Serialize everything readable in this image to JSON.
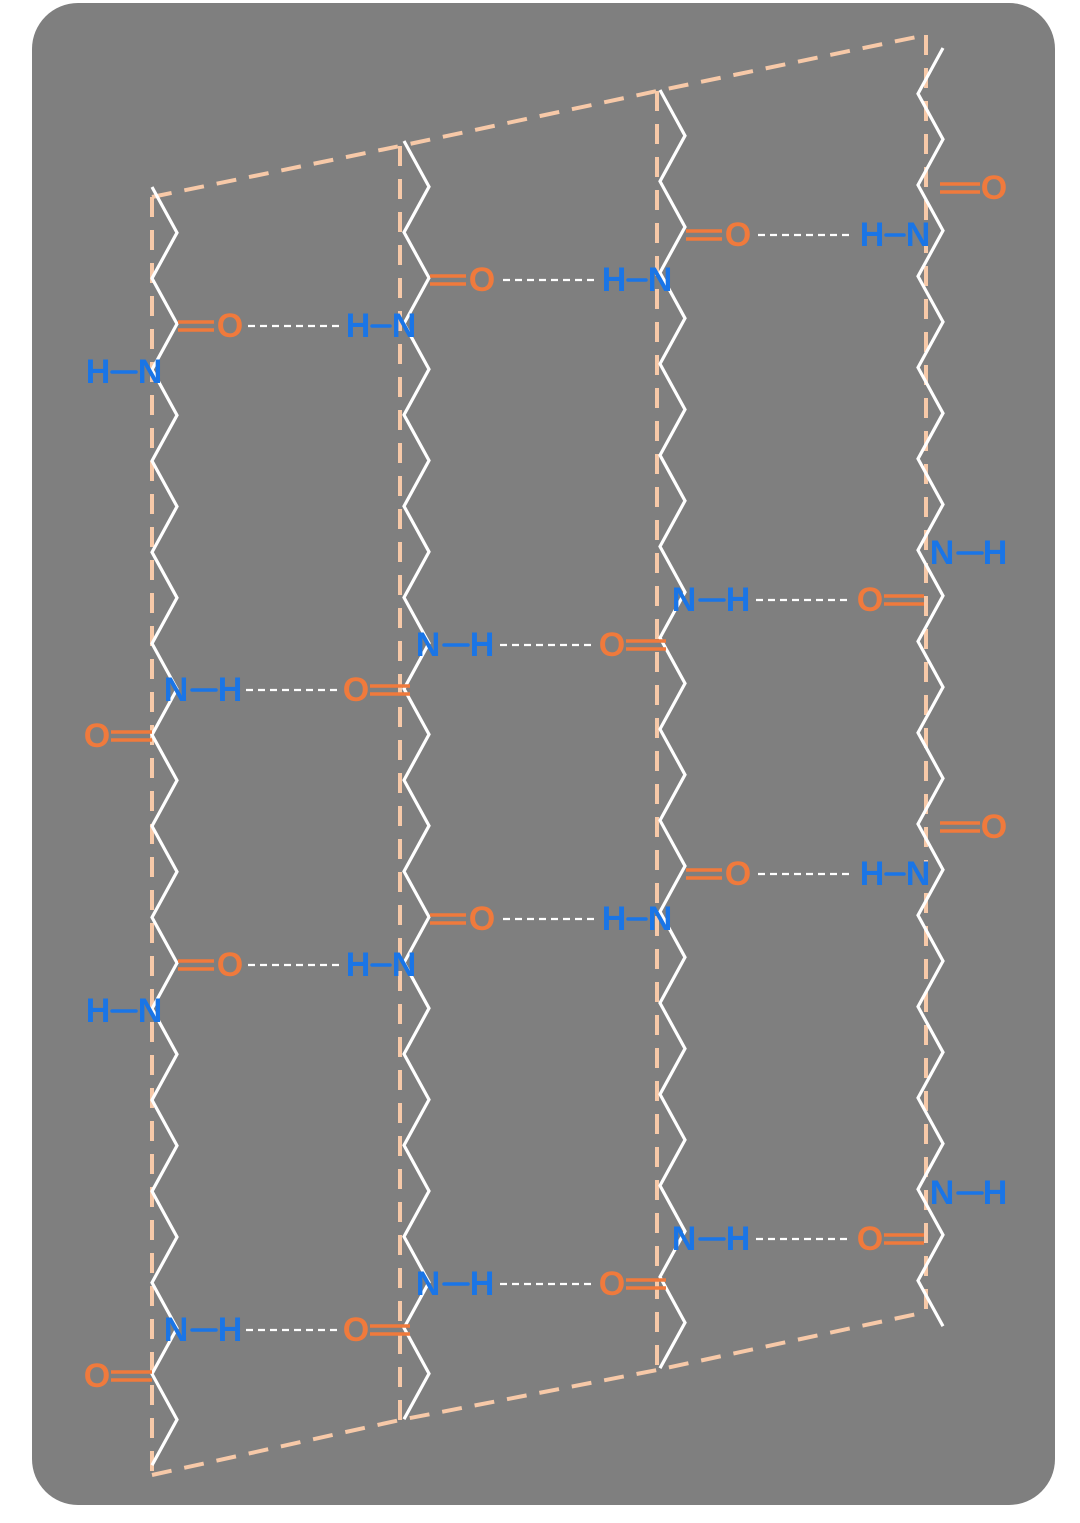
{
  "colors": {
    "background": "#7f7f7f",
    "chain": "#ffffff",
    "nitrogen_hydrogen": "#1a75e6",
    "oxygen": "#f07a3c",
    "sheet_outline": "#f7c9a8",
    "hydrogen_bond": "#ffffff"
  },
  "atoms": {
    "hydrogen": "H",
    "nitrogen": "N",
    "oxygen": "O"
  },
  "diagram": {
    "kind": "antiparallel beta-sheet of four polyamide chains linked by N-H···O=C hydrogen bonds",
    "chains": 4,
    "hydrogen_bonds_per_gap": [
      4,
      4,
      4
    ],
    "free_groups": [
      "left chain outward H-N and O=C",
      "right chain outward O=C and N-H"
    ]
  }
}
